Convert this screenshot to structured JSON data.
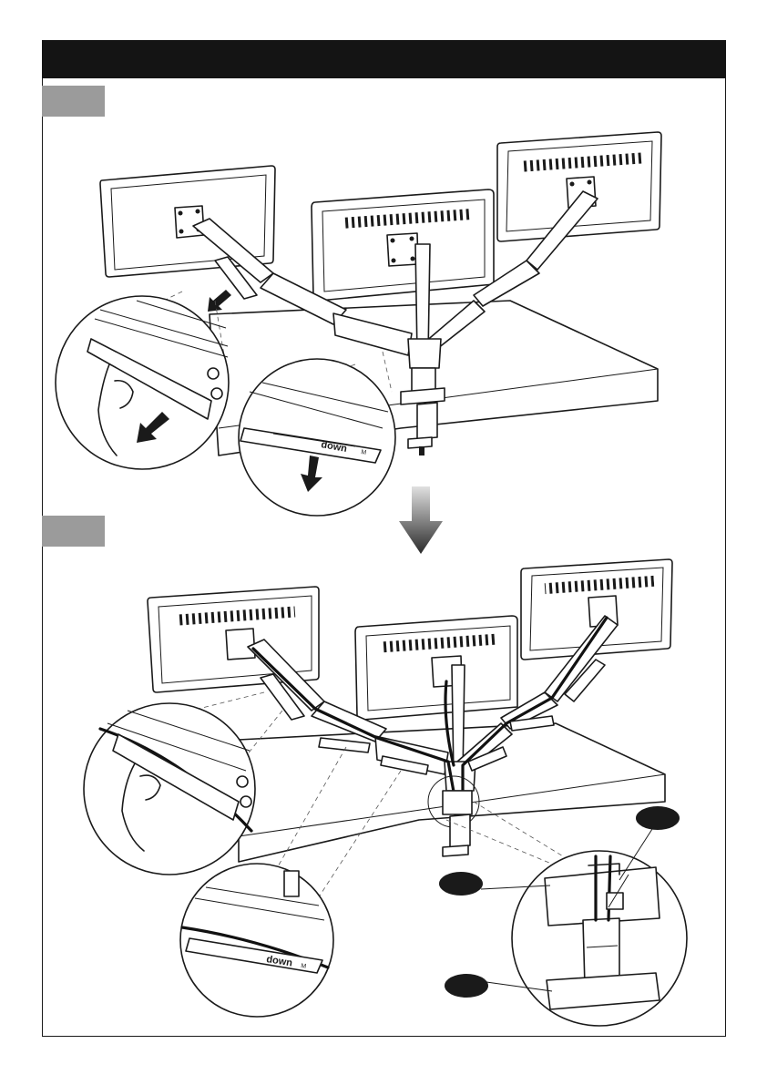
{
  "header": {
    "title": ""
  },
  "steps": [
    {
      "label": ""
    },
    {
      "label": ""
    }
  ],
  "step1": {
    "inset_right": {
      "cover_text": "down",
      "cover_mark": "M"
    }
  },
  "step2": {
    "inset_bottom": {
      "cover_text": "down",
      "cover_mark": "M"
    },
    "callouts": [
      {
        "label": ""
      },
      {
        "label": ""
      },
      {
        "label": ""
      }
    ]
  },
  "colors": {
    "header_bar": "#141414",
    "step_tab": "#9b9b9b",
    "line": "#1a1a1a",
    "background": "#ffffff"
  },
  "icons": {
    "arrow": "down-arrow-icon",
    "flow": "down-flow-arrow-icon"
  }
}
